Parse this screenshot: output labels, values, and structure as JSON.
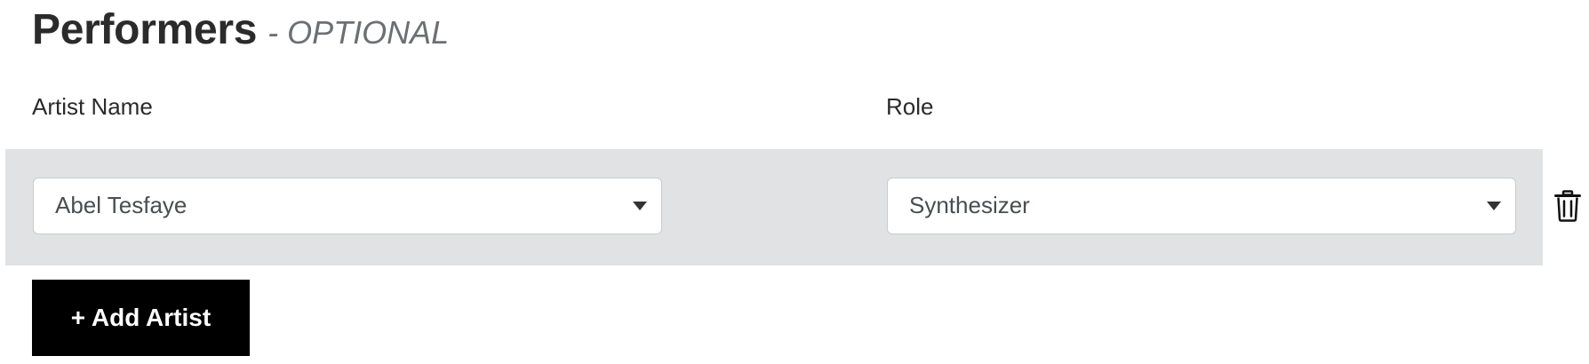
{
  "section": {
    "title": "Performers",
    "optional_tag": "- OPTIONAL"
  },
  "columns": {
    "artist_label": "Artist Name",
    "role_label": "Role"
  },
  "performers": [
    {
      "artist": "Abel Tesfaye",
      "role": "Synthesizer"
    }
  ],
  "actions": {
    "add_artist_label": "+ Add Artist"
  },
  "icons": {
    "dropdown": "chevron-down-icon",
    "delete": "trash-icon"
  },
  "colors": {
    "row_background": "#e1e2e4",
    "button_background": "#000000",
    "button_text": "#ffffff"
  }
}
